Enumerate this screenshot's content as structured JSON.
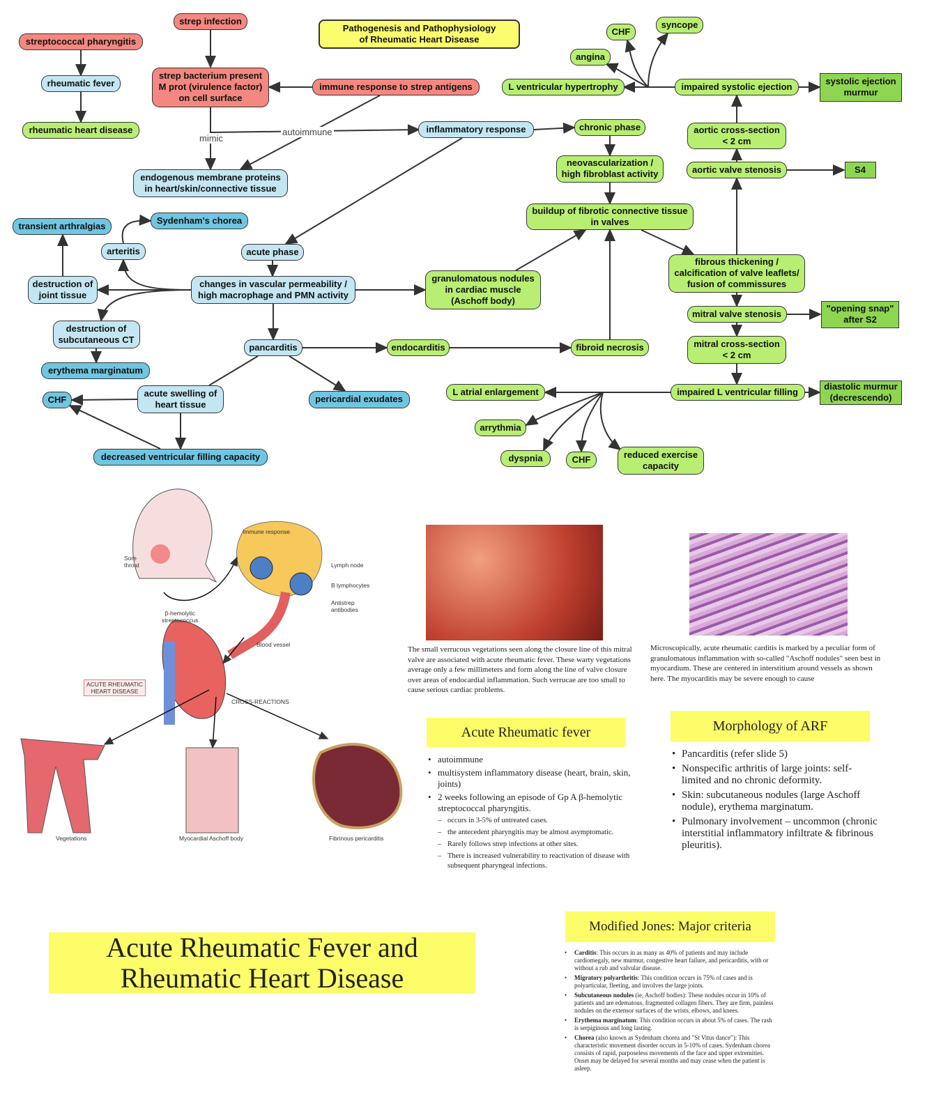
{
  "title": "Pathogenesis and Pathophysiology\nof Rheumatic Heart Disease",
  "edge_labels": {
    "mimic": "mimic",
    "autoimmune": "autoimmune"
  },
  "nodes": {
    "strep_infection": "strep infection",
    "strep_pharyngitis": "streptococcal pharyngitis",
    "rheumatic_fever": "rheumatic fever",
    "rhd": "rheumatic heart disease",
    "strep_bacterium": "strep bacterium present\nM prot (virulence factor)\non cell surface",
    "immune_response": "immune response to strep antigens",
    "endogenous": "endogenous membrane proteins\nin heart/skin/connective tissue",
    "inflammatory": "inflammatory response",
    "chf_top": "CHF",
    "syncope": "syncope",
    "angina": "angina",
    "lvh": "L ventricular hypertrophy",
    "impaired_systolic": "impaired systolic ejection",
    "systolic_murmur": "systolic ejection\nmurmur",
    "chronic": "chronic phase",
    "aortic_cross": "aortic cross-section\n< 2 cm",
    "neovasc": "neovascularization /\nhigh fibroblast activity",
    "aortic_stenosis": "aortic valve stenosis",
    "s4": "S4",
    "buildup": "buildup of fibrotic connective tissue\nin valves",
    "arthralgias": "transient arthralgias",
    "sydenham": "Sydenham's chorea",
    "arteritis": "arteritis",
    "acute_phase": "acute phase",
    "fibrous": "fibrous thickening /\ncalcification of valve leaflets/\nfusion of commissures",
    "joint": "destruction of\njoint tissue",
    "vascular": "changes in vascular permeability /\nhigh macrophage and PMN activity",
    "granulomatous": "granulomatous nodules\nin cardiac muscle\n(Aschoff body)",
    "mitral_stenosis": "mitral valve stenosis",
    "opening_snap": "\"opening snap\"\nafter S2",
    "subcut": "destruction of\nsubcutaneous CT",
    "pancarditis": "pancarditis",
    "endocarditis": "endocarditis",
    "fibroid": "fibroid necrosis",
    "mitral_cross": "mitral cross-section\n< 2 cm",
    "erythema": "erythema marginatum",
    "swelling": "acute swelling of\nheart tissue",
    "pericardial": "pericardial exudates",
    "chf_left": "CHF",
    "la_enlarge": "L atrial enlargement",
    "impaired_filling": "impaired L ventricular filling",
    "diastolic_murmur": "diastolic murmur\n(decrescendo)",
    "arrythmia": "arrythmia",
    "decreased": "decreased ventricular filling capacity",
    "dyspnia": "dyspnia",
    "chf_bottom": "CHF",
    "exercise": "reduced exercise\ncapacity"
  },
  "illustration": {
    "sore_throat": "Sore\nthroat",
    "immune_response": "Immune response",
    "lymph_node": "Lymph node",
    "b_lymphocytes": "B lymphocytes",
    "antibodies": "Antistrep\nantibodies",
    "streptococcus": "β-hemolytic\nstreptococcus",
    "blood_vessel": "Blood vessel",
    "ard": "ACUTE RHEUMATIC\nHEART DISEASE",
    "cross": "CROSS-REACTIONS",
    "vegetations": "Vegetations",
    "aschoff": "Myocardial Aschoff body",
    "pericarditis": "Fibrinous pericarditis"
  },
  "captions": {
    "valve": "The small verrucous vegetations seen along the closure line of this mitral valve are associated with acute rheumatic fever. These warty vegetations average only a few millimeters and form along the line of valve closure over areas of endocardial inflammation. Such verrucae are too small to cause serious cardiac problems.",
    "micro": "Microscopically, acute rheumatic carditis is marked by a peculiar form of granulomatous inflammation with so-called \"Aschoff nodules\" seen best in myocardium. These are centered in interstitium around vessels as shown here. The myocarditis may be severe enough to cause"
  },
  "arf": {
    "title": "Acute Rheumatic fever",
    "items": [
      {
        "t": "autoimmune",
        "sub": false
      },
      {
        "t": "multisystem inflammatory disease (heart, brain, skin, joints)",
        "sub": false
      },
      {
        "t": "2 weeks following an episode of Gp A β-hemolytic streptococcal pharyngitis.",
        "sub": false
      },
      {
        "t": "occurs in 3-5% of untreated cases.",
        "sub": true
      },
      {
        "t": "the antecedent pharyngitis may be almost asymptomatic.",
        "sub": true
      },
      {
        "t": "Rarely follows strep infections at other sites.",
        "sub": true
      },
      {
        "t": "There is increased vulnerability to reactivation of disease with subsequent pharyngeal infections.",
        "sub": true
      }
    ]
  },
  "morph": {
    "title": "Morphology of ARF",
    "items": [
      "Pancarditis (refer slide 5)",
      "Nonspecific arthritis of large joints: self-limited and no chronic deformity.",
      "Skin: subcutaneous nodules (large Aschoff nodule), erythema marginatum.",
      "Pulmonary involvement – uncommon (chronic interstitial inflammatory infiltrate & fibrinous pleuritis)."
    ]
  },
  "big_title": "Acute Rheumatic Fever and\nRheumatic Heart Disease",
  "jones": {
    "title": "Modified Jones: Major criteria",
    "items": [
      {
        "b": "Carditis",
        "t": ": This occurs in as many as 40% of patients and may include cardiomegaly, new murmur, congestive heart failure, and pericarditis, with or without a rub and valvular disease."
      },
      {
        "b": "Migratory polyarthritis",
        "t": ": This condition occurs in 75% of cases and is polyarticular, fleeting, and involves the large joints."
      },
      {
        "b": "Subcutaneous nodules",
        "t": " (ie, Aschoff bodies): These nodules occur in 10% of patients and are edematous, fragmented collagen fibers. They are firm, painless nodules on the extensor surfaces of the wrists, elbows, and knees."
      },
      {
        "b": "Erythema marginatum",
        "t": ": This condition occurs in about 5% of cases. The rash is serpiginous and long lasting."
      },
      {
        "b": "Chorea",
        "t": " (also known as Sydenham chorea and \"St Vitus dance\"): This characteristic movement disorder occurs in 5-10% of cases. Sydenham chorea consists of rapid, purposeless movements of the face and upper extremities. Onset may be delayed for several months and may cease when the patient is asleep."
      }
    ]
  },
  "colors": {
    "red": "#f4877f",
    "light_blue": "#c3e6f2",
    "teal": "#6fc6e2",
    "green": "#b8ee72",
    "dark_green": "#8ed651",
    "yellow": "#fdfd6a"
  }
}
